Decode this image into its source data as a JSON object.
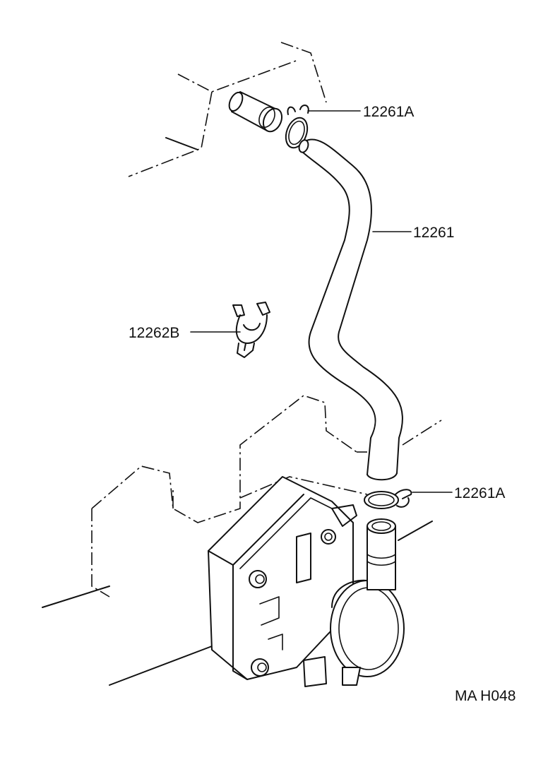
{
  "diagram": {
    "callouts": [
      {
        "id": "clamp-top",
        "text": "12261A"
      },
      {
        "id": "hose",
        "text": "12261"
      },
      {
        "id": "clip",
        "text": "12262B"
      },
      {
        "id": "clamp-bottom",
        "text": "12261A"
      }
    ],
    "figure_code": "MA H048"
  }
}
